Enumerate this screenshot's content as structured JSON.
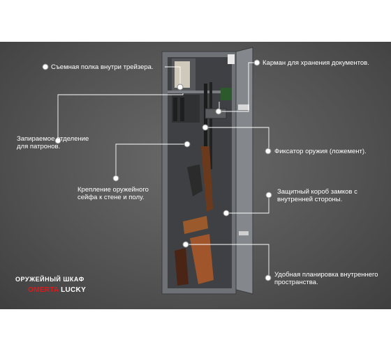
{
  "callouts": [
    {
      "id": "shelf",
      "text": "Съемная полка внутри трейзера."
    },
    {
      "id": "pocket",
      "text": "Карман для хранения документов."
    },
    {
      "id": "ammo_line1",
      "text": "Запираемое отделение"
    },
    {
      "id": "ammo_line2",
      "text": "для патронов."
    },
    {
      "id": "lodgement",
      "text": "Фиксатор оружия (ложемент)."
    },
    {
      "id": "mount_line1",
      "text": "Крепление оружейного"
    },
    {
      "id": "mount_line2",
      "text": "сейфа к стене и полу."
    },
    {
      "id": "box_line1",
      "text": "Защитный короб  замков с"
    },
    {
      "id": "box_line2",
      "text": "внутренней стороны."
    },
    {
      "id": "layout_line1",
      "text": "Удобная планировка внутреннего"
    },
    {
      "id": "layout_line2",
      "text": "пространства."
    }
  ],
  "brand": {
    "heading": "ОРУЖЕЙНЫЙ ШКАФ",
    "name_red": "OMERTA",
    "name_white": " LUCKY"
  },
  "colors": {
    "background": "#555555",
    "safe_body": "#7c7f83",
    "wood": "#a0522d",
    "accent_red": "#e01818"
  }
}
